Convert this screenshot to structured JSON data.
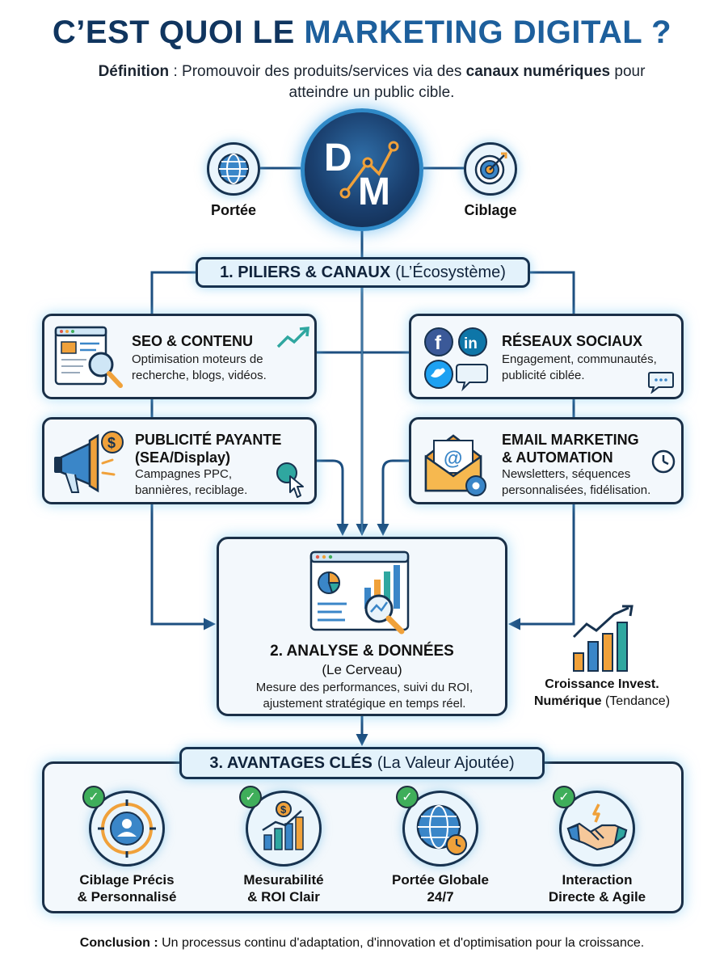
{
  "title": {
    "part1": "C’EST QUOI LE ",
    "part2": "MARKETING DIGITAL ?"
  },
  "definition": {
    "label": "Définition",
    "sep": " : ",
    "text1": "Promouvoir des produits/services via des ",
    "bold1": "canaux numériques",
    "text2": " pour atteindre un public cible."
  },
  "hub": {
    "logo_letters": [
      "D",
      "M"
    ],
    "left_label": "Portée",
    "right_label": "Ciblage"
  },
  "section1": {
    "number_title": "1. PILIERS & CANAUX",
    "subtitle": "(L’Écosystème)"
  },
  "channels": [
    {
      "title": "SEO & CONTENU",
      "desc": "Optimisation moteurs de recherche, blogs, vidéos."
    },
    {
      "title": "RÉSEAUX SOCIAUX",
      "desc": "Engagement, communautés, publicité ciblée."
    },
    {
      "title": "PUBLICITÉ PAYANTE (SEA/Display)",
      "title_line1": "PUBLICITÉ PAYANTE",
      "title_line2": "(SEA/Display)",
      "desc": "Campagnes PPC, bannières, reciblage."
    },
    {
      "title": "EMAIL MARKETING & AUTOMATION",
      "title_line1": "EMAIL MARKETING",
      "title_line2": "& AUTOMATION",
      "desc": "Newsletters, séquences personnalisées, fidélisation."
    }
  ],
  "section2": {
    "title": "2. ANALYSE & DONNÉES",
    "subtitle": "(Le Cerveau)",
    "desc": "Mesure des performances, suivi du ROI, ajustement stratégique en temps réel."
  },
  "trend": {
    "bold": "Croissance Invest. Numérique",
    "rest": " (Tendance)"
  },
  "section3": {
    "number_title": "3. AVANTAGES CLÉS",
    "subtitle": "(La Valeur Ajoutée)"
  },
  "advantages": [
    {
      "line1": "Ciblage Précis",
      "line2": "& Personnalisé"
    },
    {
      "line1": "Mesurabilité",
      "line2": "& ROI Clair"
    },
    {
      "line1": "Portée Globale",
      "line2": "24/7"
    },
    {
      "line1": "Interaction",
      "line2": "Directe & Agile"
    }
  ],
  "conclusion": {
    "label": "Conclusion :",
    "text": " Un processus continu d'adaptation, d'innovation et d'optimisation pour la croissance."
  },
  "colors": {
    "navy": "#17324f",
    "title_dark": "#10355f",
    "title_blue": "#1d5f9c",
    "glow": "#6ec3f0",
    "connector": "#1d4f80",
    "check_green": "#3fae5a",
    "accent_orange": "#f0a13a",
    "accent_teal": "#2fa7a0"
  }
}
